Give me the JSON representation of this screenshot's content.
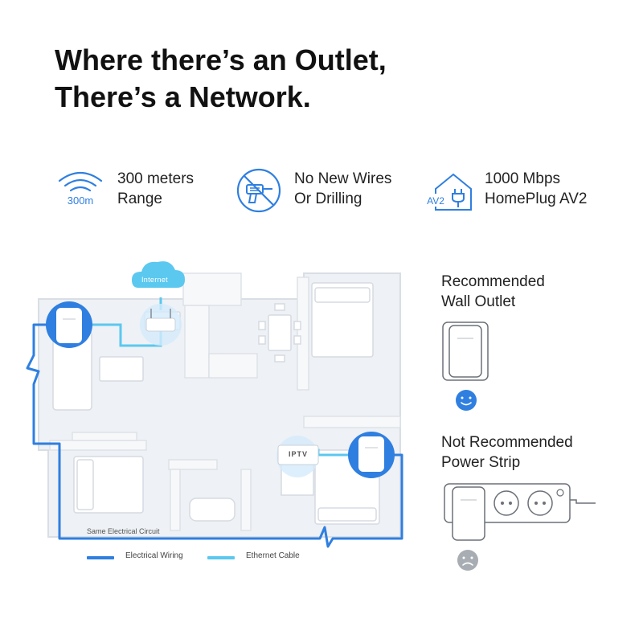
{
  "headline": {
    "line1": "Where there’s an Outlet,",
    "line2": "There’s a Network."
  },
  "features": [
    {
      "icon": "wifi-range-icon",
      "badge": "300m",
      "line1": "300 meters",
      "line2": "Range"
    },
    {
      "icon": "no-drill-icon",
      "line1": "No New Wires",
      "line2": "Or Drilling"
    },
    {
      "icon": "house-plug-icon",
      "badge": "AV2",
      "line1": "1000 Mbps",
      "line2": "HomePlug AV2"
    }
  ],
  "floorplan": {
    "cloud_label": "Internet",
    "iptv_label": "IPTV",
    "circuit_label": "Same Electrical Circuit"
  },
  "legend": {
    "wiring": "Electrical Wiring",
    "ethernet": "Ethernet Cable"
  },
  "recommended": {
    "line1": "Recommended",
    "line2": "Wall Outlet",
    "face": "smiley-face-icon"
  },
  "not_recommended": {
    "line1": "Not Recommended",
    "line2": "Power Strip",
    "face": "sad-face-icon"
  },
  "colors": {
    "brand_blue": "#2f7fe0",
    "ethernet_cyan": "#5bc8ef",
    "wiring_blue": "#2f7fe0",
    "text": "#1a1a1a",
    "sad_gray": "#a8adb3"
  }
}
